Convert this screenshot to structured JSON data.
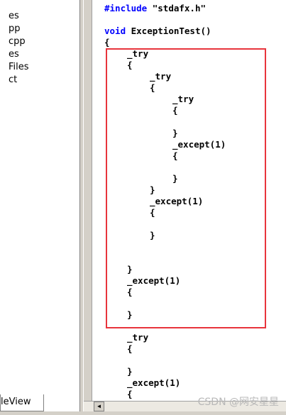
{
  "file_tree": {
    "items": [
      "es",
      "pp",
      "cpp",
      "es",
      "Files",
      "ct"
    ]
  },
  "tab": {
    "label": "leView"
  },
  "editor": {
    "lines": [
      {
        "parts": [
          {
            "t": "#include",
            "kw": true
          },
          {
            "t": " \"stdafx.h\"",
            "kw": false
          }
        ]
      },
      {
        "parts": [
          {
            "t": "void",
            "kw": true
          },
          {
            "t": " ExceptionTest()",
            "kw": false
          }
        ]
      },
      {
        "parts": [
          {
            "t": "{",
            "kw": false
          }
        ]
      },
      {
        "parts": [
          {
            "t": "_try",
            "kw": false
          }
        ]
      },
      {
        "parts": [
          {
            "t": "{",
            "kw": false
          }
        ]
      },
      {
        "parts": [
          {
            "t": "_try",
            "kw": false
          }
        ]
      },
      {
        "parts": [
          {
            "t": "{",
            "kw": false
          }
        ]
      },
      {
        "parts": [
          {
            "t": "_try",
            "kw": false
          }
        ]
      },
      {
        "parts": [
          {
            "t": "{",
            "kw": false
          }
        ]
      },
      {
        "parts": [
          {
            "t": "}",
            "kw": false
          }
        ]
      },
      {
        "parts": [
          {
            "t": "_except(1)",
            "kw": false
          }
        ]
      },
      {
        "parts": [
          {
            "t": "{",
            "kw": false
          }
        ]
      },
      {
        "parts": [
          {
            "t": "}",
            "kw": false
          }
        ]
      },
      {
        "parts": [
          {
            "t": "}",
            "kw": false
          }
        ]
      },
      {
        "parts": [
          {
            "t": "_except(1)",
            "kw": false
          }
        ]
      },
      {
        "parts": [
          {
            "t": "{",
            "kw": false
          }
        ]
      },
      {
        "parts": [
          {
            "t": "}",
            "kw": false
          }
        ]
      },
      {
        "parts": [
          {
            "t": "}",
            "kw": false
          }
        ]
      },
      {
        "parts": [
          {
            "t": "_except(1)",
            "kw": false
          }
        ]
      },
      {
        "parts": [
          {
            "t": "{",
            "kw": false
          }
        ]
      },
      {
        "parts": [
          {
            "t": "}",
            "kw": false
          }
        ]
      },
      {
        "parts": [
          {
            "t": "_try",
            "kw": false
          }
        ]
      },
      {
        "parts": [
          {
            "t": "{",
            "kw": false
          }
        ]
      },
      {
        "parts": [
          {
            "t": "}",
            "kw": false
          }
        ]
      },
      {
        "parts": [
          {
            "t": "_except(1)",
            "kw": false
          }
        ]
      },
      {
        "parts": [
          {
            "t": "{",
            "kw": false
          }
        ]
      }
    ]
  },
  "colors": {
    "keyword": "#0000ff",
    "highlight_border": "#e8343c"
  },
  "watermark": {
    "text": "CSDN @网安星星"
  }
}
